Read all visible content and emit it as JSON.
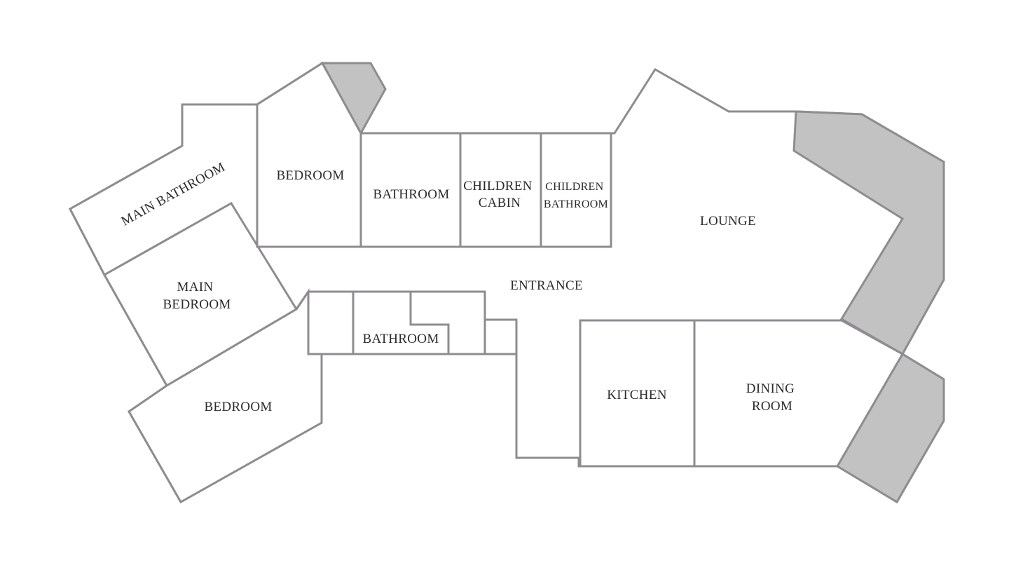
{
  "floor_plan": {
    "rooms": {
      "main_bathroom": "MAIN BATHROOM",
      "bedroom_top": "BEDROOM",
      "bathroom_top": "BATHROOM",
      "children_cabin": [
        "CHILDREN",
        "CABIN"
      ],
      "children_bathroom": [
        "CHILDREN",
        "BATHROOM"
      ],
      "lounge": "LOUNGE",
      "entrance": "ENTRANCE",
      "main_bedroom": [
        "MAIN",
        "BEDROOM"
      ],
      "bathroom_bottom": "BATHROOM",
      "bedroom_bottom": "BEDROOM",
      "kitchen": "KITCHEN",
      "dining_room": [
        "DINING",
        "ROOM"
      ]
    },
    "colors": {
      "wall": "#8f8c90",
      "terrace_fill": "#c2c2c2",
      "room_fill": "#ffffff",
      "label": "#2b2b2b"
    }
  }
}
